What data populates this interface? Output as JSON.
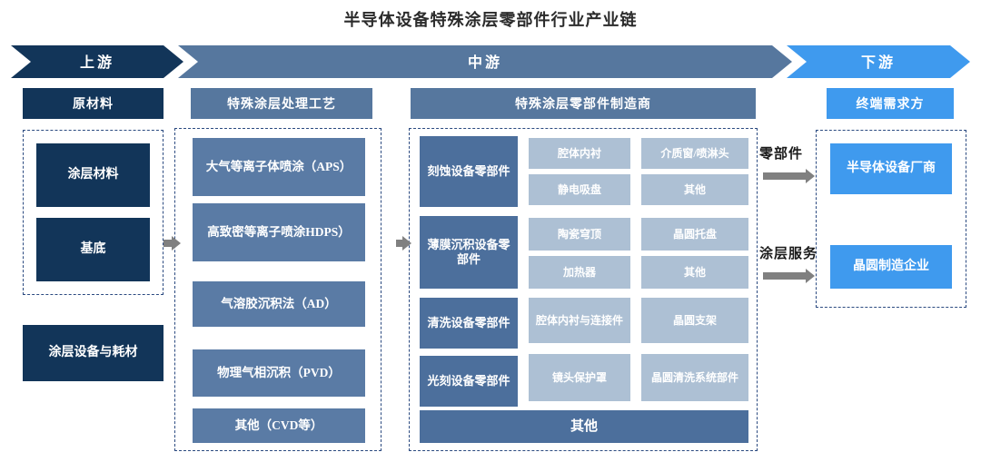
{
  "title": "半导体设备特殊涂层零部件行业产业链",
  "colors": {
    "navy": "#123559",
    "steel": "#56779e",
    "steel_box": "#5a7ba5",
    "pale": "#adc0d4",
    "bright_blue": "#3f9aee",
    "dashed_border": "#2b4a80",
    "arrow_gray": "#808080"
  },
  "banners": {
    "upstream": "上游",
    "midstream": "中游",
    "downstream": "下游"
  },
  "upstream": {
    "header": "原材料",
    "grouped_items": [
      {
        "label": "涂层材料"
      },
      {
        "label": "基底"
      }
    ],
    "standalone_item": "涂层设备与耗材"
  },
  "midstream": {
    "process": {
      "header": "特殊涂层处理工艺",
      "items": [
        {
          "label": "大气等离子体喷涂（APS）"
        },
        {
          "label": "高致密等离子喷涂HDPS）"
        },
        {
          "label": "气溶胶沉积法（AD）"
        },
        {
          "label": "物理气相沉积（PVD）"
        },
        {
          "label": "其他（CVD等）"
        }
      ]
    },
    "manufacturers": {
      "header": "特殊涂层零部件制造商",
      "categories": [
        {
          "label": "刻蚀设备零部件",
          "items": [
            "腔体内衬",
            "介质窗/喷淋头",
            "静电吸盘",
            "其他"
          ]
        },
        {
          "label": "薄膜沉积设备零部件",
          "items": [
            "陶瓷穹顶",
            "晶圆托盘",
            "加热器",
            "其他"
          ]
        },
        {
          "label": "清洗设备零部件",
          "items": [
            "腔体内衬与连接件",
            "晶圆支架"
          ]
        },
        {
          "label": "光刻设备零部件",
          "items": [
            "镜头保护罩",
            "晶圆清洗系统部件"
          ]
        }
      ],
      "footer": "其他"
    }
  },
  "downstream": {
    "header": "终端需求方",
    "items": [
      {
        "label": "半导体设备厂商"
      },
      {
        "label": "晶圆制造企业"
      }
    ]
  },
  "flow_labels": {
    "parts": "零部件",
    "coating_service": "涂层服务"
  }
}
